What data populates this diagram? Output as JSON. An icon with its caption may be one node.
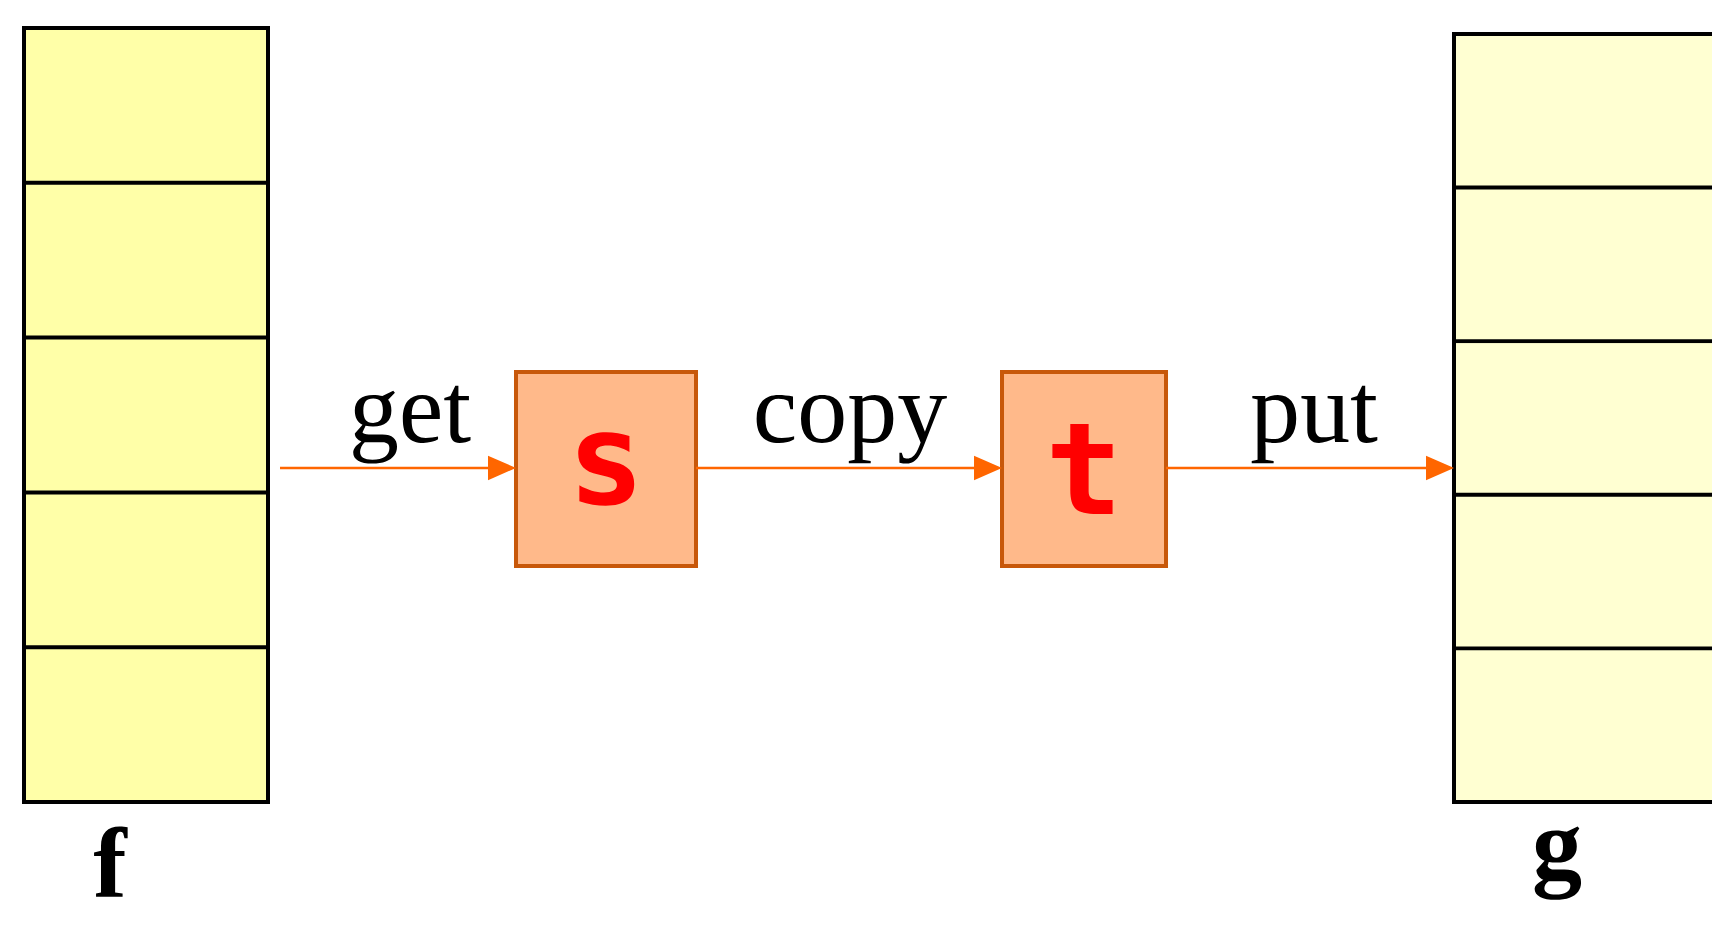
{
  "diagram": {
    "nodes": [
      {
        "text": [
          "f"
        ]
      },
      {
        "text": [
          "s"
        ]
      },
      {
        "text": [
          "t"
        ]
      },
      {
        "text": [
          "g"
        ]
      }
    ],
    "edges": [
      {
        "from": 0,
        "to": 1,
        "arrow": "to",
        "label": "get"
      },
      {
        "from": 1,
        "to": 2,
        "arrow": "to",
        "label": "copy"
      },
      {
        "from": 2,
        "to": 3,
        "arrow": "to",
        "label": "put"
      }
    ]
  }
}
